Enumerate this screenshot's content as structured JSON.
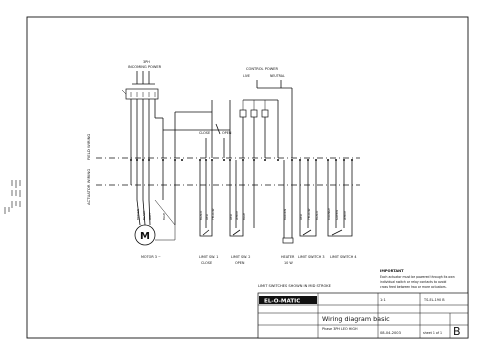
{
  "incoming_power": {
    "title": "INCOMING POWER",
    "voltage_note": "3PH"
  },
  "control_power": {
    "title": "CONTROL POWER",
    "neutral": "NEUTRAL",
    "live": "LIVE"
  },
  "side_labels": {
    "field_wiring": "FIELD WIRING",
    "actuator_wiring": "ACTUATOR WIRING"
  },
  "switch": {
    "close": "CLOSE",
    "open": "OPEN"
  },
  "components": {
    "motor": {
      "label": "MOTOR 3 ~",
      "symbol": "M"
    },
    "limit_close": {
      "label": "LIMIT SW. 1",
      "sub": "CLOSE"
    },
    "limit_open": {
      "label": "LIMIT SW. 2",
      "sub": "OPEN"
    },
    "heater": {
      "label": "HEATER",
      "sub": "10 W"
    },
    "limit_3": {
      "label": "LIMIT SWITCH 3"
    },
    "limit_4": {
      "label": "LIMIT SWITCH 4"
    }
  },
  "wire_colors": [
    "BROWN",
    "BLACK",
    "GREY",
    "BLUE",
    "BLACK",
    "RED",
    "YELLOW",
    "RED",
    "WHITE",
    "BLUE",
    "BROWN",
    "RED",
    "YELLOW",
    "BLACK",
    "ORANGE",
    "GREEN",
    "WHITE"
  ],
  "shown_note": "LIMIT SWITCHES SHOWN IN MID STROKE",
  "important": {
    "heading": "IMPORTANT",
    "lines": [
      "Each actuator must be powered through its own",
      "individual switch or relay contacts to avoid",
      "cross feed between two or more actuators."
    ]
  },
  "title_block": {
    "brand": "EL-O-MATIC",
    "title": "Wiring diagram basic",
    "subtitle": "Phase 3PH  LEO  HIGH",
    "scale": "1:1",
    "drawing_no": "TS-EL-190 B",
    "date": "08-04-2003",
    "sheet": "sheet 1 of 1",
    "revision": "B"
  }
}
